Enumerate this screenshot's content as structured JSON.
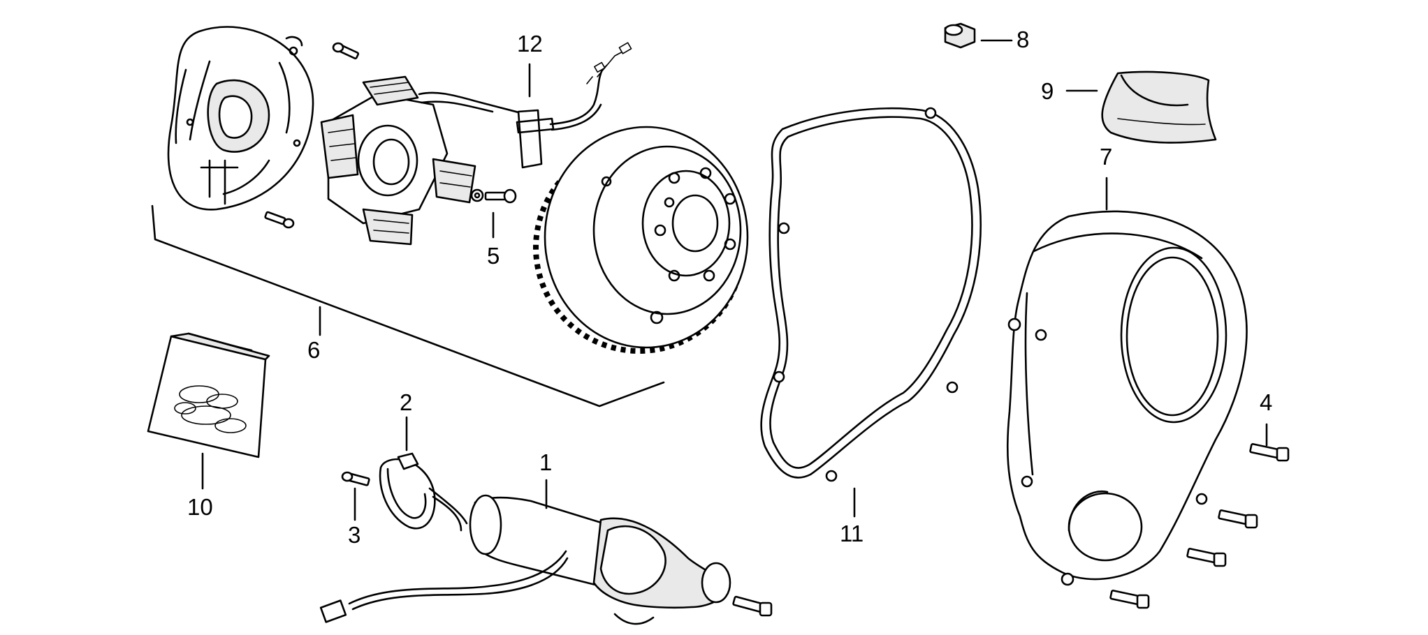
{
  "callouts": [
    {
      "id": "c1",
      "text": "1"
    },
    {
      "id": "c2",
      "text": "2"
    },
    {
      "id": "c3",
      "text": "3"
    },
    {
      "id": "c4",
      "text": "4"
    },
    {
      "id": "c5",
      "text": "5"
    },
    {
      "id": "c6",
      "text": "6"
    },
    {
      "id": "c7",
      "text": "7"
    },
    {
      "id": "c8",
      "text": "8"
    },
    {
      "id": "c9",
      "text": "9"
    },
    {
      "id": "c10",
      "text": "10"
    },
    {
      "id": "c11",
      "text": "11"
    },
    {
      "id": "c12",
      "text": "12"
    }
  ]
}
